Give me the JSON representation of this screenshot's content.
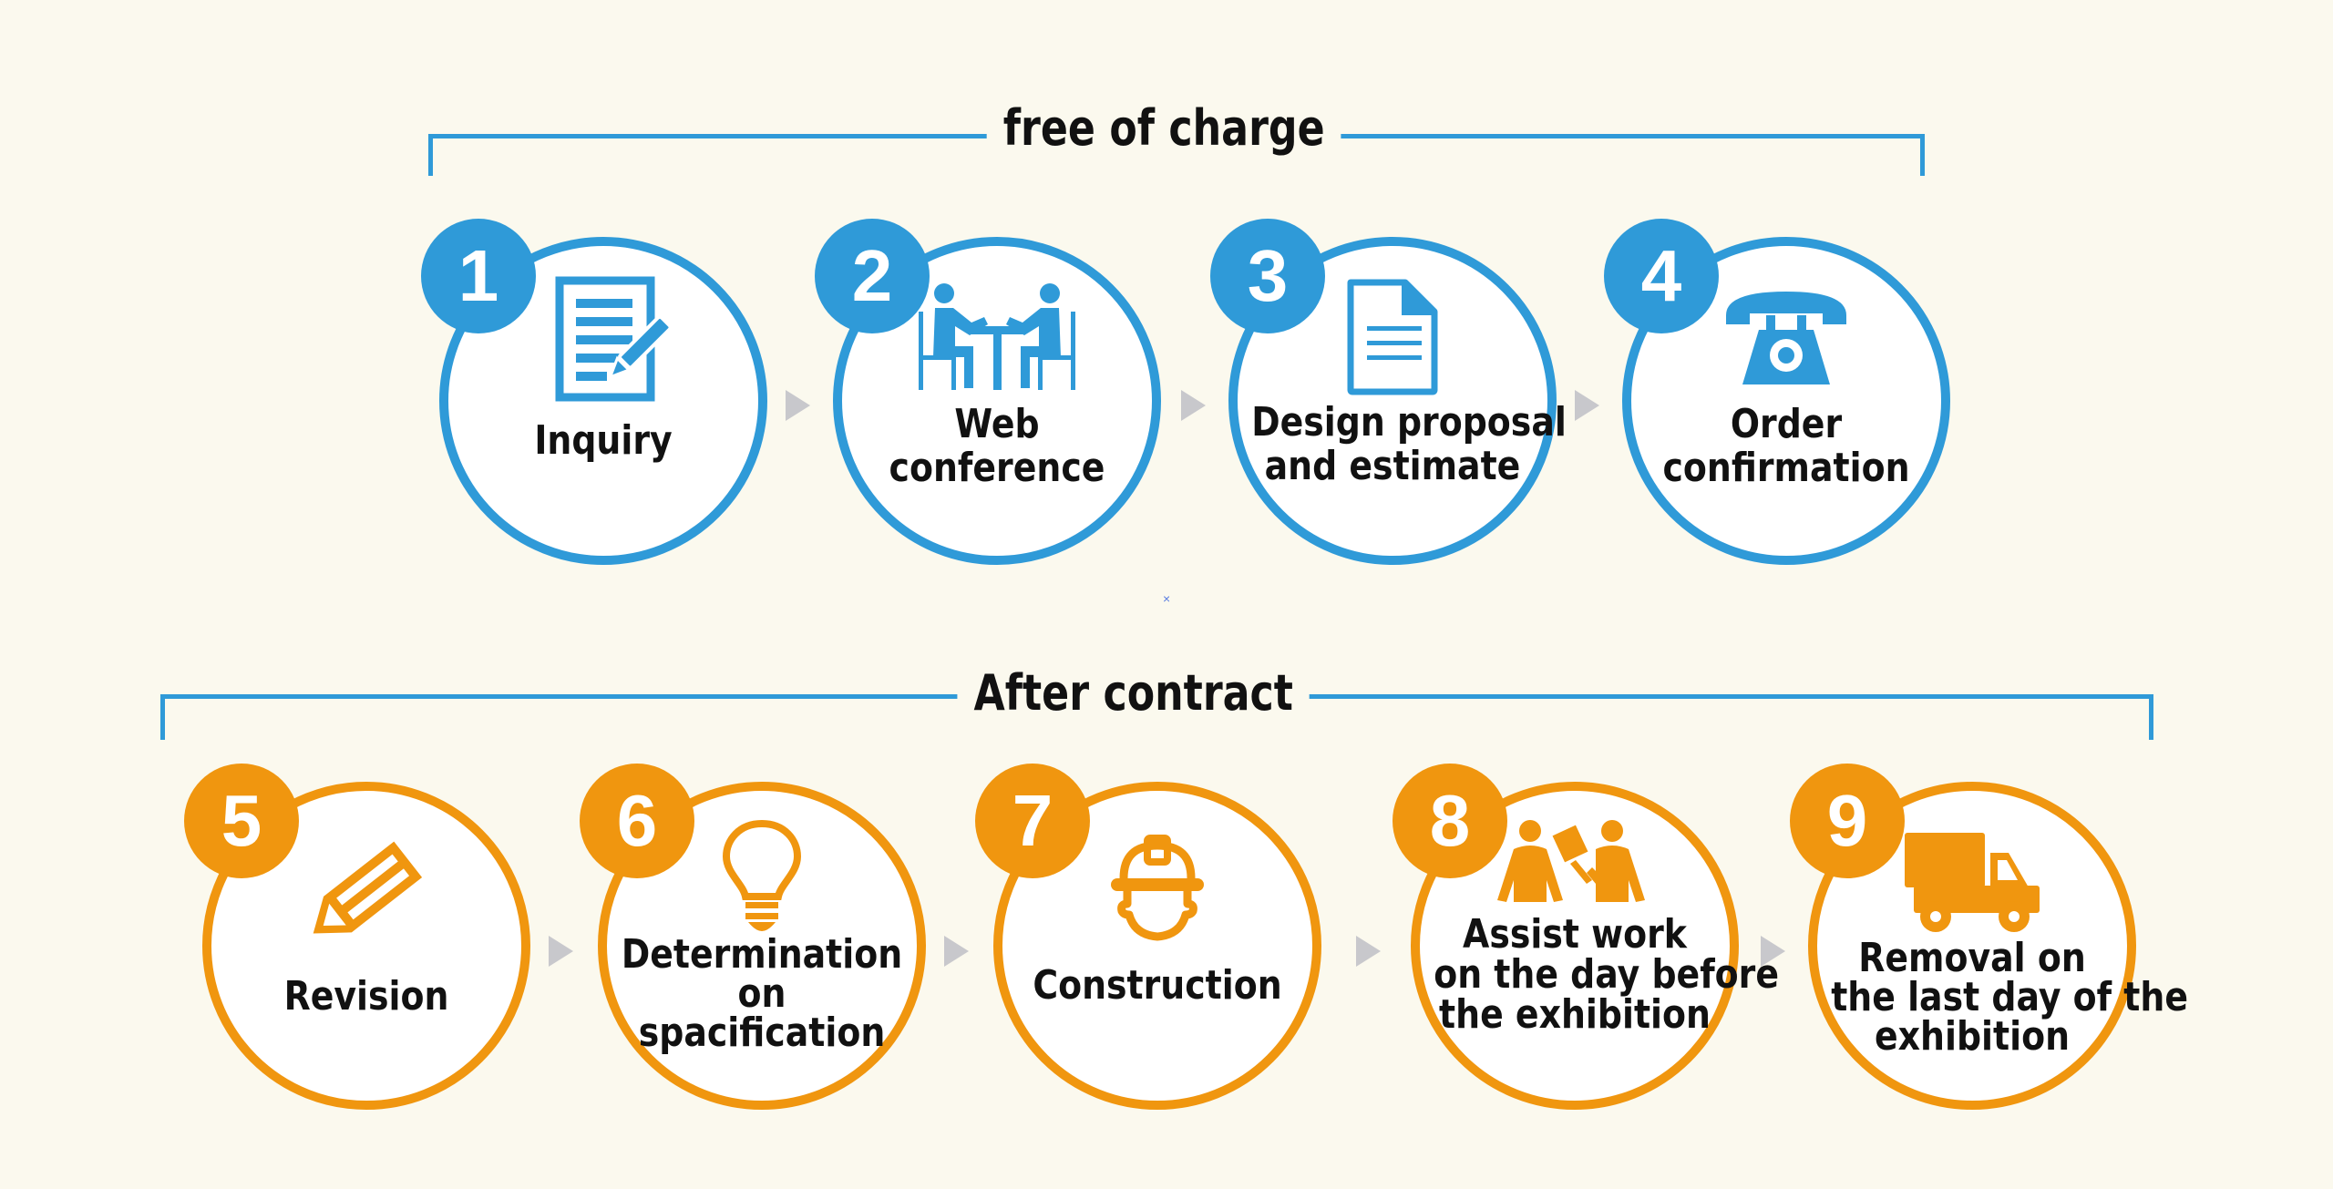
{
  "colors": {
    "phase1": "#2f9ad8",
    "phase2": "#f0960f",
    "arrow": "#c8c8cc",
    "background": "#fbf9ee"
  },
  "phases": [
    {
      "title": "free of charge",
      "steps": [
        {
          "number": "1",
          "icon": "document-pencil-icon",
          "lines": [
            "Inquiry"
          ]
        },
        {
          "number": "2",
          "icon": "meeting-people-icon",
          "lines": [
            "Web",
            "conference"
          ]
        },
        {
          "number": "3",
          "icon": "document-icon",
          "lines": [
            "Design proposal",
            "and estimate"
          ]
        },
        {
          "number": "4",
          "icon": "telephone-icon",
          "lines": [
            "Order",
            "confirmation"
          ]
        }
      ]
    },
    {
      "title": "After contract",
      "steps": [
        {
          "number": "5",
          "icon": "pencil-icon",
          "lines": [
            "Revision"
          ]
        },
        {
          "number": "6",
          "icon": "lightbulb-icon",
          "lines": [
            "Determination",
            "on",
            "spacification"
          ]
        },
        {
          "number": "7",
          "icon": "hard-hat-worker-icon",
          "lines": [
            "Construction"
          ]
        },
        {
          "number": "8",
          "icon": "assisting-people-icon",
          "lines": [
            "Assist work",
            "on the day before",
            "the exhibition"
          ]
        },
        {
          "number": "9",
          "icon": "truck-icon",
          "lines": [
            "Removal on",
            "the last day of the",
            "exhibition"
          ]
        }
      ]
    }
  ],
  "marker": "×"
}
